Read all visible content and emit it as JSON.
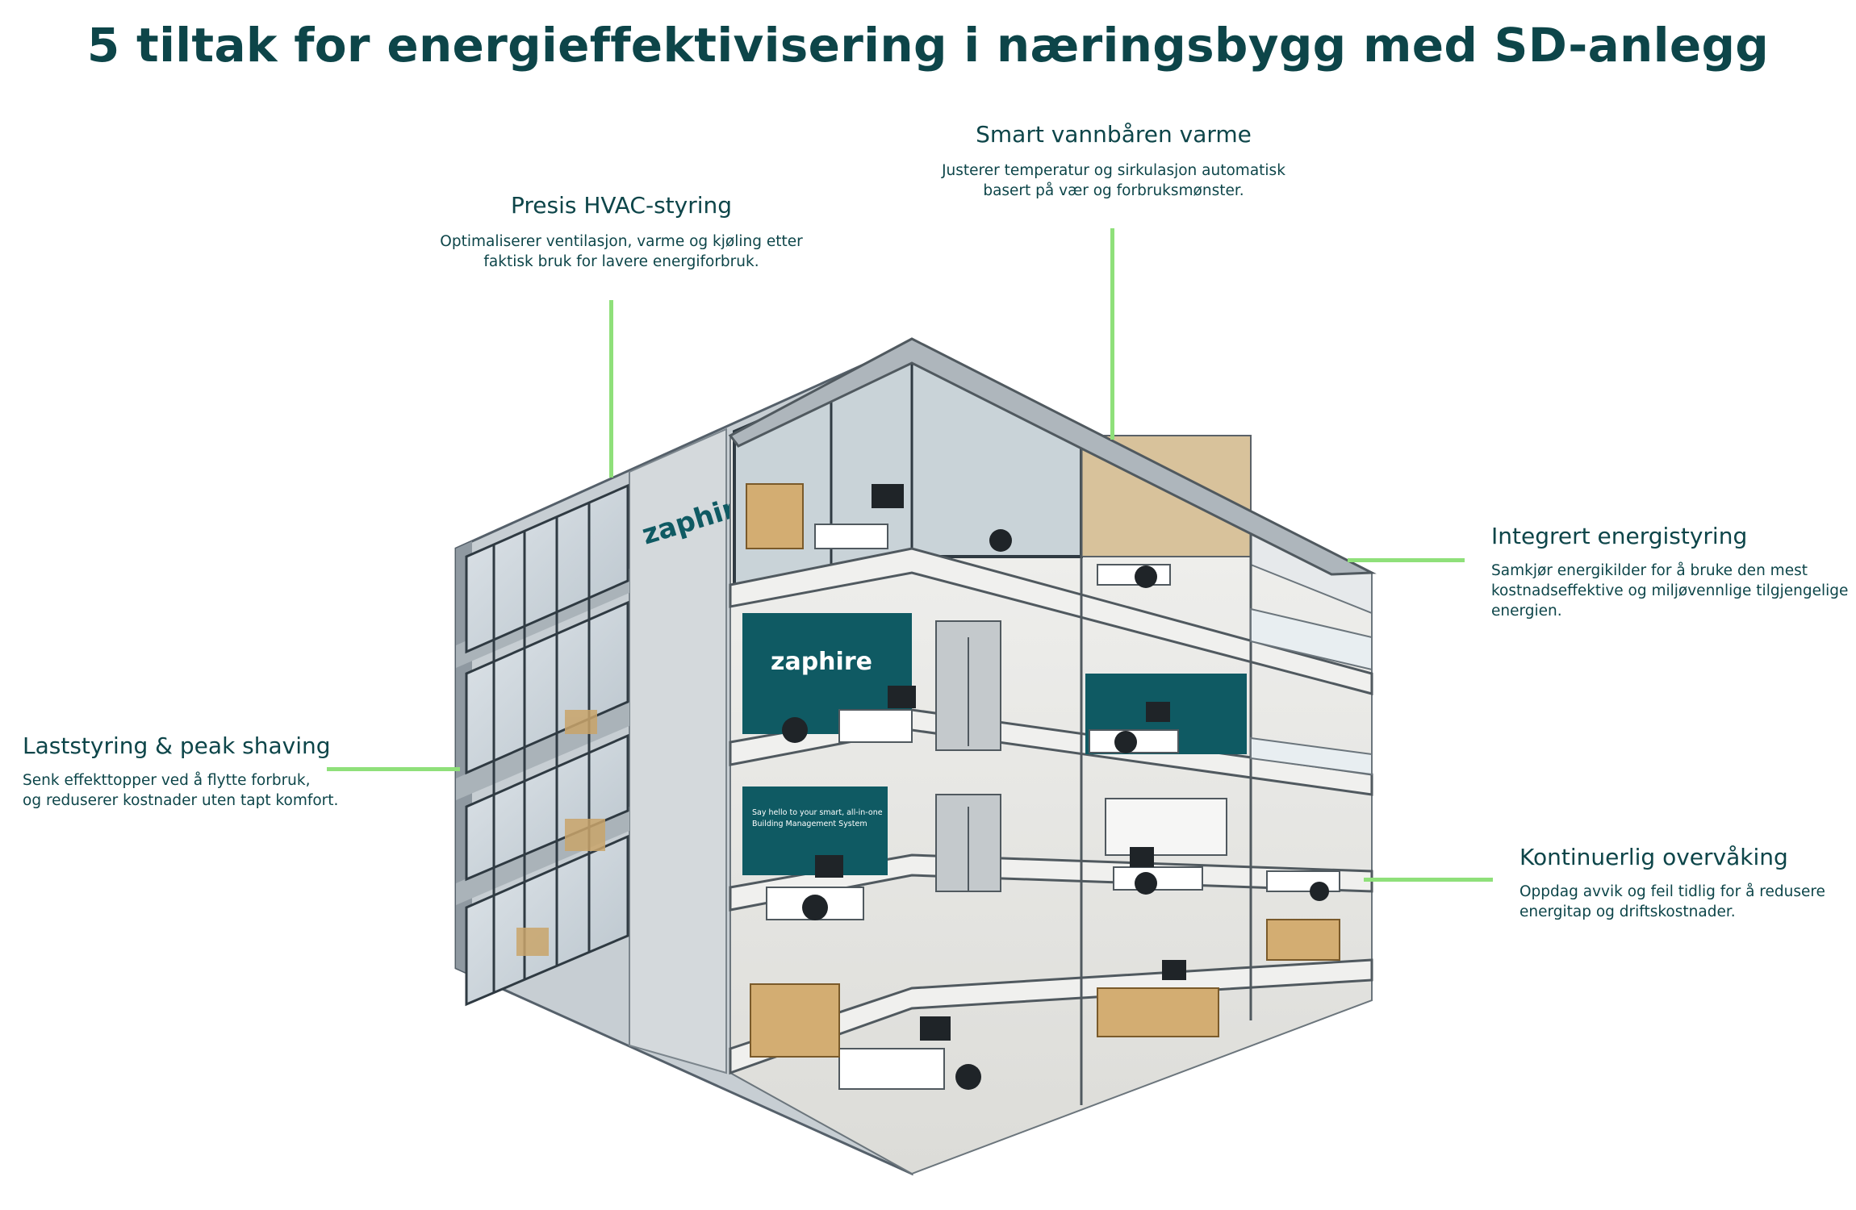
{
  "page_title": "5 tiltak for energieffektivisering i næringsbygg med SD-anlegg",
  "callouts": {
    "hvac": {
      "title": "Presis HVAC-styring",
      "line1": "Optimaliserer ventilasjon, varme og kjøling etter",
      "line2": "faktisk bruk for lavere energiforbruk."
    },
    "heating": {
      "title": "Smart vannbåren varme",
      "line1": "Justerer temperatur og sirkulasjon automatisk",
      "line2": "basert på vær og forbruksmønster."
    },
    "integrated": {
      "title": "Integrert energistyring",
      "line1": "Samkjør energikilder for å bruke den mest",
      "line2": "kostnadseffektive og miljøvennlige tilgjengelige",
      "line3": "energien."
    },
    "load": {
      "title": "Laststyring & peak shaving",
      "line1": "Senk effekttopper ved å flytte forbruk,",
      "line2": "og reduserer kostnader uten tapt komfort."
    },
    "monitoring": {
      "title": "Kontinuerlig overvåking",
      "line1": "Oppdag avvik og feil tidlig for å redusere",
      "line2": "energitap og driftskostnader."
    }
  },
  "building": {
    "brand_logo": "zaphire",
    "wall_text_1": "Say hello to your smart, all-in-one",
    "wall_text_2": "Building Management System"
  },
  "colors": {
    "accent_green": "#8fe07a",
    "brand_teal": "#0d4549",
    "wall_teal": "#0f5a63"
  }
}
